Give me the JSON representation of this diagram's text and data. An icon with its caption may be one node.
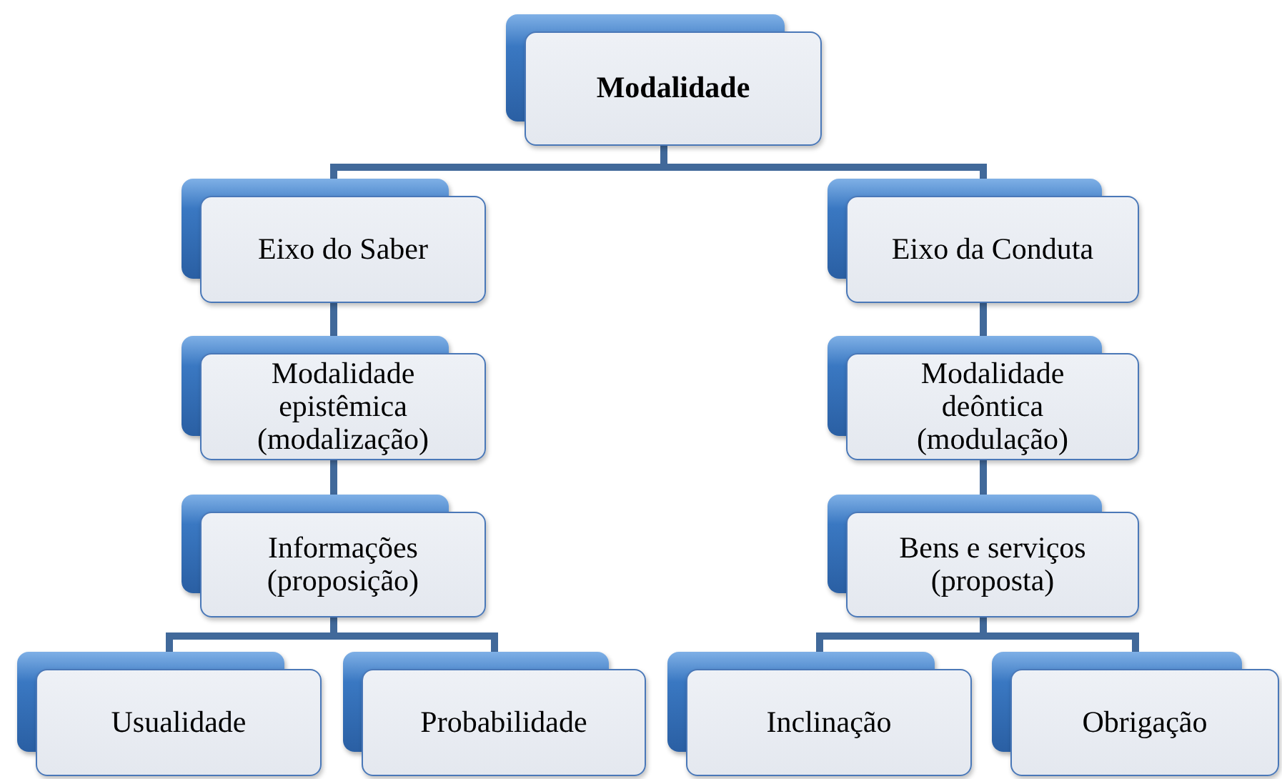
{
  "diagram": {
    "nodes": [
      {
        "text": [
          "Modalidade"
        ]
      },
      {
        "text": [
          "Eixo do Saber"
        ]
      },
      {
        "text": [
          "Eixo da Conduta"
        ]
      },
      {
        "text": [
          "Modalidade epistêmica (modalização)"
        ]
      },
      {
        "text": [
          "Modalidade deôntica (modulação)"
        ]
      },
      {
        "text": [
          "Informações (proposição)"
        ]
      },
      {
        "text": [
          "Bens e serviços (proposta)"
        ]
      },
      {
        "text": [
          "Usualidade"
        ]
      },
      {
        "text": [
          "Probabilidade"
        ]
      },
      {
        "text": [
          "Inclinação"
        ]
      },
      {
        "text": [
          "Obrigação"
        ]
      }
    ],
    "edges": [
      {
        "from": 0,
        "to": 1,
        "arrow": "none"
      },
      {
        "from": 0,
        "to": 2,
        "arrow": "none"
      },
      {
        "from": 1,
        "to": 3,
        "arrow": "none"
      },
      {
        "from": 2,
        "to": 4,
        "arrow": "none"
      },
      {
        "from": 3,
        "to": 5,
        "arrow": "none"
      },
      {
        "from": 4,
        "to": 6,
        "arrow": "none"
      },
      {
        "from": 5,
        "to": 7,
        "arrow": "none"
      },
      {
        "from": 5,
        "to": 8,
        "arrow": "none"
      },
      {
        "from": 6,
        "to": 9,
        "arrow": "none"
      },
      {
        "from": 6,
        "to": 10,
        "arrow": "none"
      }
    ]
  }
}
